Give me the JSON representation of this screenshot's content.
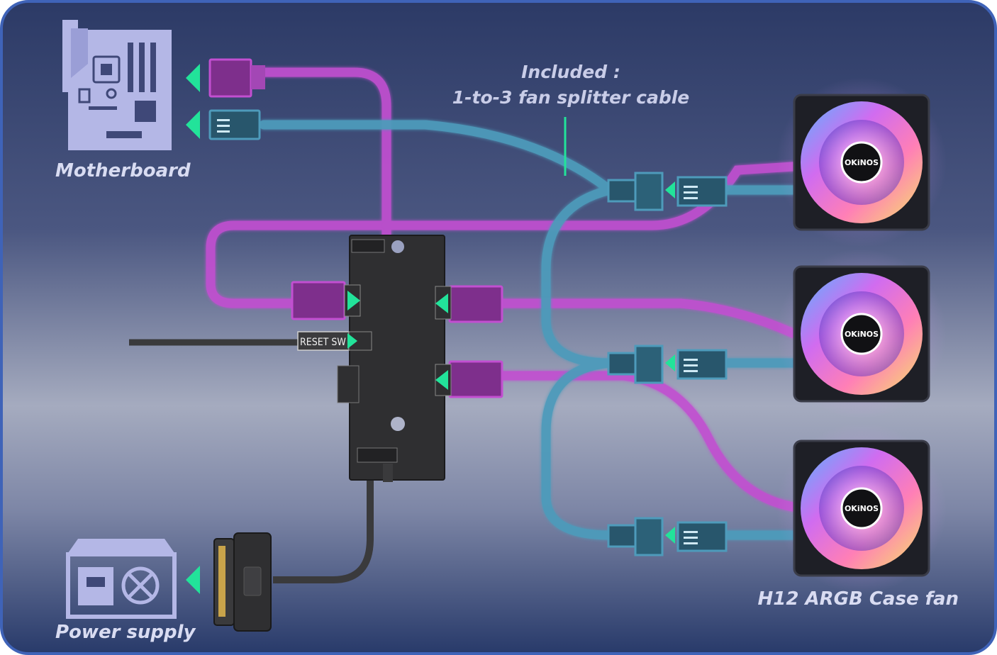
{
  "labels": {
    "motherboard": "Motherboard",
    "power_supply": "Power supply",
    "included_line1": "Included :",
    "included_line2": "1-to-3 fan splitter cable",
    "case_fan": "H12 ARGB Case fan",
    "reset_switch": "RESET SW",
    "fan_brand": "OKiNOS"
  },
  "colors": {
    "background_top": "#2c3a66",
    "background_mid": "#a5abbf",
    "background_bottom": "#283a6a",
    "frame": "#3f63b8",
    "argb_cable": "#c24fd1",
    "fan_cable": "#4e9bbb",
    "arrow": "#22e39a",
    "icon": "#b4b7e6",
    "hub": "#2f2f31"
  },
  "fans": [
    {
      "brand": "OKiNOS"
    },
    {
      "brand": "OKiNOS"
    },
    {
      "brand": "OKiNOS"
    }
  ]
}
